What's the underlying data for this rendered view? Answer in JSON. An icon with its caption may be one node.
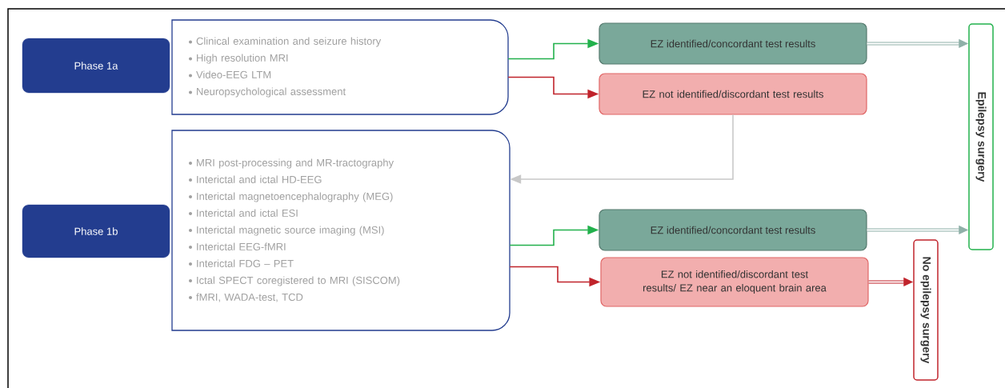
{
  "diagram": {
    "nodes": [
      {
        "text": [
          "Phase 1a"
        ]
      },
      {
        "text": [
          "Clinical examination and seizure history",
          "High resolution MRI",
          "Video-EEG LTM",
          "Neuropsychological assessment"
        ]
      },
      {
        "text": [
          "EZ identified/concordant test results"
        ]
      },
      {
        "text": [
          "EZ not identified/discordant test results"
        ]
      },
      {
        "text": [
          "Phase 1b"
        ]
      },
      {
        "text": [
          "MRI post-processing and MR-tractography",
          "Interictal and ictal HD-EEG",
          "Interictal magnetoencephalography (MEG)",
          "Interictal and ictal ESI",
          "Interictal magnetic source imaging (MSI)",
          "Interictal EEG-fMRI",
          "Interictal FDG – PET",
          "Ictal SPECT  coregistered to MRI  (SISCOM)",
          "fMRI, WADA-test, TCD"
        ]
      },
      {
        "text": [
          "EZ identified/concordant test results"
        ]
      },
      {
        "text": [
          "EZ not identified/discordant test results/ EZ near an eloquent brain area"
        ]
      },
      {
        "text": [
          "Epilepsy surgery"
        ]
      },
      {
        "text": [
          "No epilepsy surgery"
        ]
      }
    ],
    "edges": [
      {
        "from": 1,
        "to": 2,
        "arrow": "to",
        "color": "#22b14c"
      },
      {
        "from": 1,
        "to": 3,
        "arrow": "to",
        "color": "#c0232b"
      },
      {
        "from": 3,
        "to": 5,
        "arrow": "to",
        "color": "#c8c8c8"
      },
      {
        "from": 2,
        "to": 8,
        "arrow": "to",
        "style": "thick",
        "color": "#8fb0a8"
      },
      {
        "from": 5,
        "to": 6,
        "arrow": "to",
        "color": "#22b14c"
      },
      {
        "from": 5,
        "to": 7,
        "arrow": "to",
        "color": "#c0232b"
      },
      {
        "from": 6,
        "to": 8,
        "arrow": "to",
        "style": "thick",
        "color": "#8fb0a8"
      },
      {
        "from": 7,
        "to": 9,
        "arrow": "to",
        "style": "thick",
        "color": "#c0232b"
      }
    ]
  }
}
